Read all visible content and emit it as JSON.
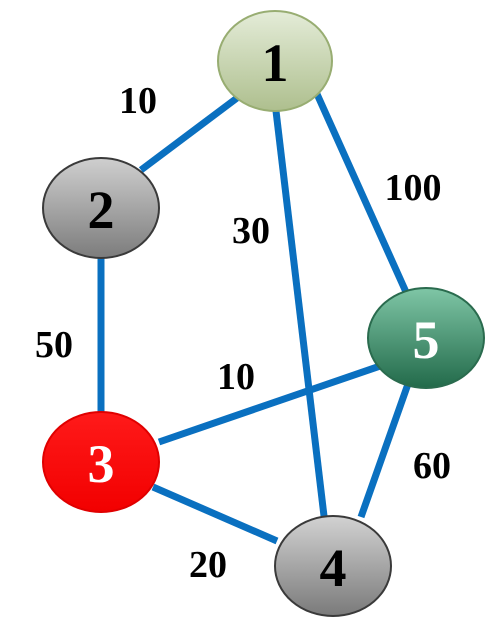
{
  "graph": {
    "edge_color": "#0a70c0",
    "nodes": [
      {
        "id": "1",
        "label": "1",
        "fill_top": "#e4ecd8",
        "fill_bottom": "#aebf8e",
        "stroke": "#98ad72",
        "text_color": "#000000"
      },
      {
        "id": "2",
        "label": "2",
        "fill_top": "#cfcfcf",
        "fill_bottom": "#7c7c7c",
        "stroke": "#3a3a3a",
        "text_color": "#000000"
      },
      {
        "id": "3",
        "label": "3",
        "fill_top": "#ff1a1a",
        "fill_bottom": "#f20000",
        "stroke": "#e00000",
        "text_color": "#ffffff"
      },
      {
        "id": "4",
        "label": "4",
        "fill_top": "#d2d2d2",
        "fill_bottom": "#7a7a7a",
        "stroke": "#3a3a3a",
        "text_color": "#000000"
      },
      {
        "id": "5",
        "label": "5",
        "fill_top": "#7fc6a6",
        "fill_bottom": "#226a4a",
        "stroke": "#2a6b4e",
        "text_color": "#ffffff"
      }
    ],
    "edges": [
      {
        "from": "1",
        "to": "2",
        "weight": "10"
      },
      {
        "from": "1",
        "to": "4",
        "weight": "30"
      },
      {
        "from": "1",
        "to": "5",
        "weight": "100"
      },
      {
        "from": "2",
        "to": "3",
        "weight": "50"
      },
      {
        "from": "3",
        "to": "5",
        "weight": "10"
      },
      {
        "from": "3",
        "to": "4",
        "weight": "20"
      },
      {
        "from": "5",
        "to": "4",
        "weight": "60"
      }
    ]
  }
}
